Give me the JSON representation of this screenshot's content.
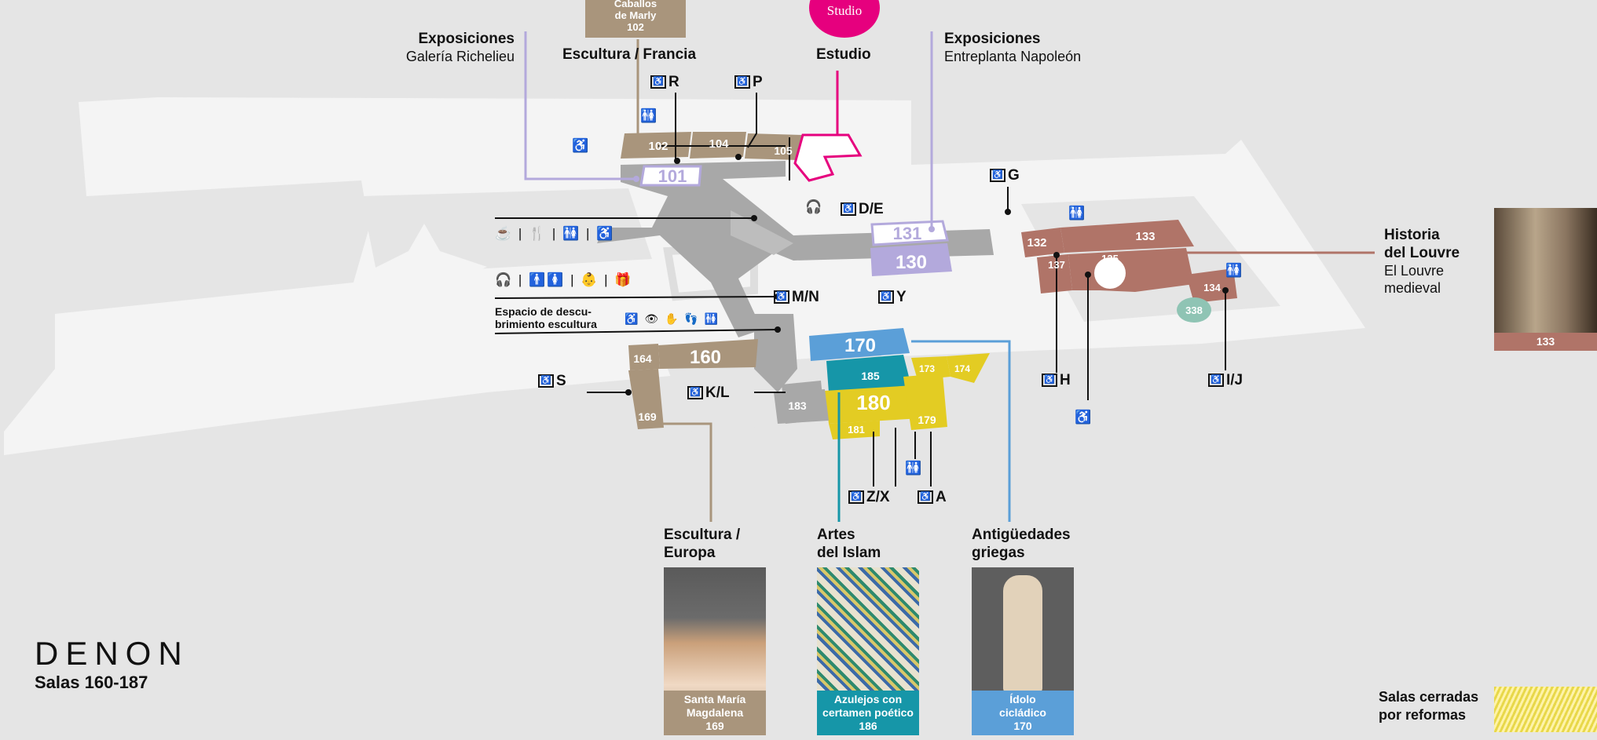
{
  "top_marly": {
    "line1": "Caballos",
    "line2": "de Marly",
    "number": "102"
  },
  "studio_badge": "Studio",
  "headers": {
    "exp_richelieu_title": "Exposiciones",
    "exp_richelieu_sub": "Galería Richelieu",
    "escultura_francia": "Escultura / Francia",
    "estudio": "Estudio",
    "exp_napoleon_title": "Exposiciones",
    "exp_napoleon_sub": "Entreplanta Napoleón"
  },
  "access_points": {
    "R": "R",
    "P": "P",
    "G": "G",
    "DE": "D/E",
    "MN": "M/N",
    "Y": "Y",
    "S": "S",
    "KL": "K/L",
    "H": "H",
    "IJ": "I/J",
    "ZX": "Z/X",
    "A": "A"
  },
  "services": {
    "row1": "☕ | 🍴 | 🚻 | ♿",
    "row2": "🎧 | 🚹🚺 | 👶 | 🎁",
    "discovery_l1": "Espacio de descu-",
    "discovery_l2": "brimiento escultura",
    "discovery_icons": "♿ 👁 ✋ 👣 🚻"
  },
  "rooms": {
    "r101": "101",
    "r102": "102",
    "r104": "104",
    "r105": "105",
    "r130": "130",
    "r131": "131",
    "r132": "132",
    "r133": "133",
    "r134": "134",
    "r135": "135",
    "r137": "137",
    "r338": "338",
    "r160": "160",
    "r164": "164",
    "r169": "169",
    "r170": "170",
    "r173": "173",
    "r174": "174",
    "r179": "179",
    "r180": "180",
    "r181": "181",
    "r183": "183",
    "r185": "185"
  },
  "historia": {
    "l1": "Historia",
    "l2": "del Louvre",
    "l3": "El Louvre",
    "l4": "medieval",
    "photo_room": "133"
  },
  "bottom_labels": {
    "europa_l1": "Escultura /",
    "europa_l2": "Europa",
    "islam_l1": "Artes",
    "islam_l2": "del Islam",
    "griegas_l1": "Antigüedades",
    "griegas_l2": "griegas"
  },
  "cards": [
    {
      "l1": "Santa María",
      "l2": "Magdalena",
      "num": "169"
    },
    {
      "l1": "Azulejos con",
      "l2": "certamen poético",
      "num": "186"
    },
    {
      "l1": "Ídolo",
      "l2": "cicládico",
      "num": "170"
    }
  ],
  "wing": {
    "name": "DENON",
    "rooms": "Salas 160-187"
  },
  "legend": {
    "l1": "Salas cerradas",
    "l2": "por reformas"
  },
  "colors": {
    "background": "#e5e5e5",
    "floor": "#f4f4f4",
    "sculpture": "#a9957c",
    "history": "#b07468",
    "islam_teal": "#1696a8",
    "greek_blue": "#5b9fd8",
    "exhibition_purple": "#b3a9dc",
    "studio_magenta": "#e6007e",
    "closed_yellow": "#e3cc23",
    "stairs_grey": "#a8a8a8"
  }
}
